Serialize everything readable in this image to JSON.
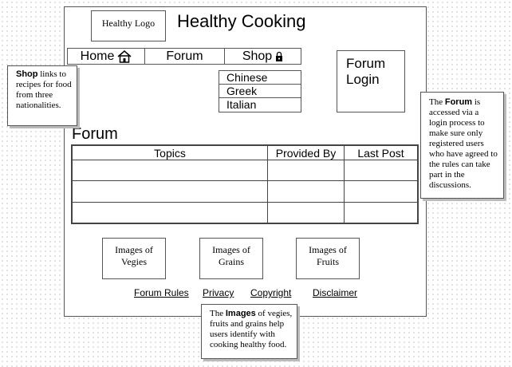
{
  "site": {
    "logo": "Healthy Logo",
    "title": "Healthy Cooking"
  },
  "nav": {
    "home": "Home",
    "forum": "Forum",
    "shop": "Shop"
  },
  "shop_menu": [
    "Chinese",
    "Greek",
    "Italian"
  ],
  "login": {
    "line1": "Forum",
    "line2": "Login"
  },
  "forum": {
    "heading": "Forum",
    "columns": [
      "Topics",
      "Provided By",
      "Last Post"
    ]
  },
  "images": [
    {
      "line1": "Images of",
      "line2": "Vegies"
    },
    {
      "line1": "Images of",
      "line2": "Grains"
    },
    {
      "line1": "Images of",
      "line2": "Fruits"
    }
  ],
  "footer": [
    "Forum Rules",
    "Privacy",
    "Copyright",
    "Disclaimer"
  ],
  "notes": {
    "shop": {
      "bold": "Shop",
      "text": " links to recipes for food from three nationalities."
    },
    "forum": {
      "prefix": "The ",
      "bold": "Forum",
      "text": " is accessed via a login process to make sure only registered users who have agreed to the rules can take part in the discussions."
    },
    "images": {
      "prefix": "The ",
      "bold": "Images",
      "text": " of vegies, fruits and grains help users identify with cooking healthy food."
    }
  }
}
